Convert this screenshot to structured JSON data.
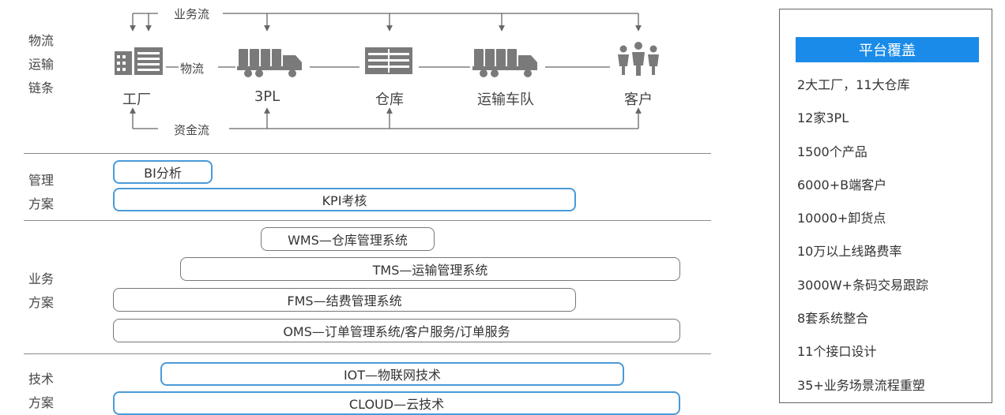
{
  "chain": {
    "section_label": [
      "物流",
      "运输",
      "链条"
    ],
    "nodes": [
      "工厂",
      "3PL",
      "仓库",
      "运输车队",
      "客户"
    ],
    "business_flow": "业务流",
    "logistics_flow": "物流",
    "capital_flow": "资金流"
  },
  "management": {
    "section_label": [
      "管理",
      "方案"
    ],
    "items": [
      "BI分析",
      "KPI考核"
    ]
  },
  "business": {
    "section_label": [
      "业务",
      "方案"
    ],
    "items": [
      "WMS—仓库管理系统",
      "TMS—运输管理系统",
      "FMS—结费管理系统",
      "OMS—订单管理系统/客户服务/订单服务"
    ]
  },
  "tech": {
    "section_label": [
      "技术",
      "方案"
    ],
    "items": [
      "IOT—物联网技术",
      "CLOUD—云技术"
    ]
  },
  "panel": {
    "title": "平台覆盖",
    "items": [
      "2大工厂，11大仓库",
      "12家3PL",
      "1500个产品",
      "6000+B端客户",
      "10000+卸货点",
      "10万以上线路费率",
      "3000W+条码交易跟踪",
      "8套系统整合",
      "11个接口设计",
      "35+业务场景流程重塑"
    ]
  },
  "colors": {
    "accent": "#1a8be8",
    "pill_blue": "#4a9ad8",
    "rule": "#8a8a8a"
  },
  "icons": [
    "factory-icon",
    "truck-icon",
    "warehouse-icon",
    "truck-fleet-icon",
    "customers-icon"
  ]
}
